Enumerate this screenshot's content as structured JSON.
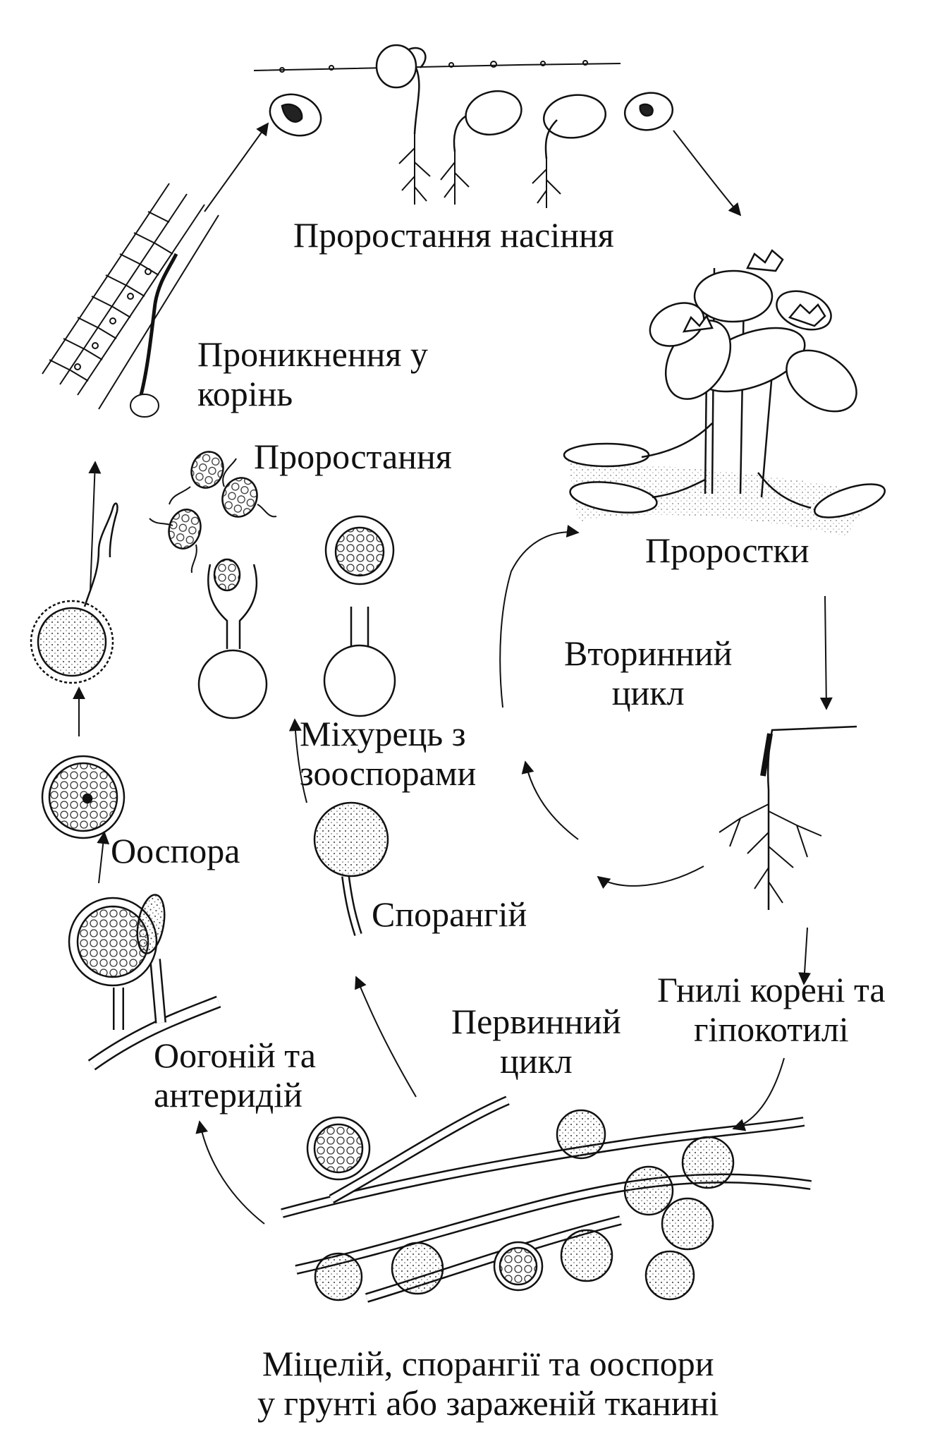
{
  "diagram": {
    "labels": {
      "seed_germination": "Проростання насіння",
      "seedlings": "Проростки",
      "root_penetration": [
        "Проникнення у",
        "корінь"
      ],
      "germination": "Проростання",
      "secondary_cycle": [
        "Вторинний",
        "цикл"
      ],
      "vesicle_zoospores": [
        "Міхурець з",
        "зооспорами"
      ],
      "oospore": "Ооспора",
      "sporangium": "Спорангій",
      "rotten_roots": [
        "Гнилі корені та",
        "гіпокотилі"
      ],
      "primary_cycle": [
        "Первинний",
        "цикл"
      ],
      "oogonium_antheridium": [
        "Оогоній та",
        "антеридій"
      ],
      "mycelium": [
        "Міцелій, спорангії та ооспори",
        "у грунті або зараженій тканині"
      ]
    }
  }
}
